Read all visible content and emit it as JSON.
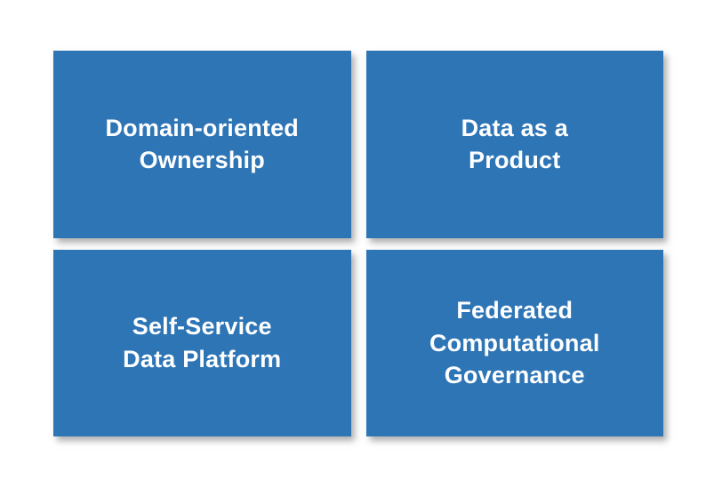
{
  "diagram": {
    "type": "quadrant-grid",
    "cells": [
      {
        "id": "domain-oriented-ownership",
        "label": "Domain-oriented\nOwnership"
      },
      {
        "id": "data-as-a-product",
        "label": "Data as a\nProduct"
      },
      {
        "id": "self-service-data-platform",
        "label": "Self-Service\nData Platform"
      },
      {
        "id": "federated-computational-governance",
        "label": "Federated\nComputational\nGovernance"
      }
    ],
    "colors": {
      "box_fill": "#2e75b6",
      "text": "#ffffff",
      "background": "#ffffff"
    }
  }
}
